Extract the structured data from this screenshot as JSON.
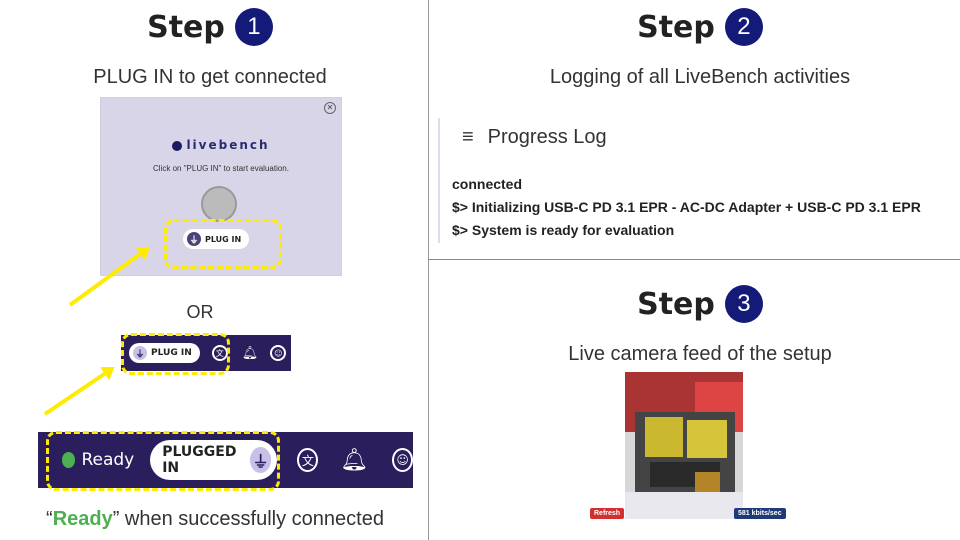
{
  "step1": {
    "label": "Step",
    "number": "1",
    "subtitle": "PLUG IN to get connected",
    "dialog": {
      "logo_text": "livebench",
      "hint": "Click on \"PLUG IN\" to start evaluation.",
      "button_label": "PLUG IN"
    },
    "or_label": "OR",
    "small_toolbar": {
      "button_label": "PLUG IN"
    },
    "large_toolbar": {
      "status": "Ready",
      "button_label": "PLUGGED IN"
    },
    "caption_prefix": "“",
    "caption_highlight": "Ready",
    "caption_suffix": "” when successfully connected"
  },
  "step2": {
    "label": "Step",
    "number": "2",
    "subtitle": "Logging of all LiveBench activities",
    "log_title": "Progress Log",
    "log_lines": [
      "connected",
      "$> Initializing USB-C PD 3.1 EPR - AC-DC Adapter + USB-C PD 3.1 EPR",
      "$> System is ready for evaluation"
    ]
  },
  "step3": {
    "label": "Step",
    "number": "3",
    "subtitle": "Live camera feed of the setup",
    "refresh_label": "Refresh",
    "bitrate": "581 kbits/sec"
  },
  "colors": {
    "badge": "#141a78",
    "toolbar": "#2a1f5c",
    "highlight": "#ffeb00",
    "ready_green": "#4caf50",
    "refresh_red": "#d32f2f",
    "bitrate_blue": "#1e3a78"
  }
}
